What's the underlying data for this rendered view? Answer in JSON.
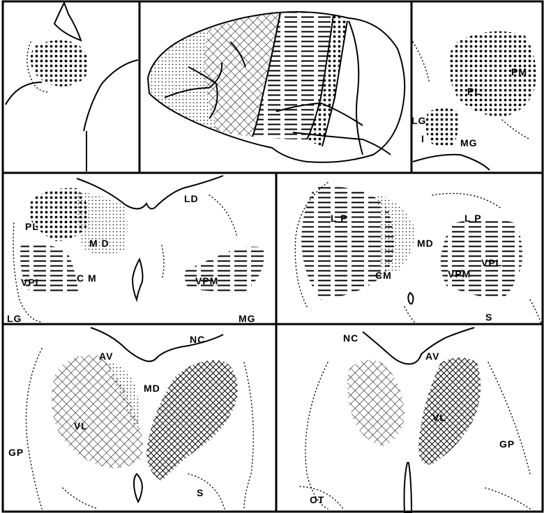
{
  "labels": {
    "pm": "PM",
    "pl_top": "PL",
    "lg_top": "LG",
    "i_top": "I",
    "mg_top": "MG",
    "ld": "LD",
    "pl_mid": "PL",
    "md_mid": "M D",
    "vpl_mid": "VPL",
    "cm_mid": "C M",
    "vpm_mid": "VPM",
    "lg_mid": "LG",
    "mg_mid": "MG",
    "lp_left": "L P",
    "lp_right": "L P",
    "md_right": "MD",
    "cm_right": "CM",
    "vpl_right": "VPL",
    "vpm_right": "VPM",
    "s_mid": "S",
    "nc_left": "NC",
    "av_left": "AV",
    "md_bot": "MD",
    "vl_left": "VL",
    "gp_left": "GP",
    "s_bot": "S",
    "nc_right": "NC",
    "av_right": "AV",
    "vl_right": "VL",
    "gp_right": "GP",
    "ot": "OT"
  }
}
